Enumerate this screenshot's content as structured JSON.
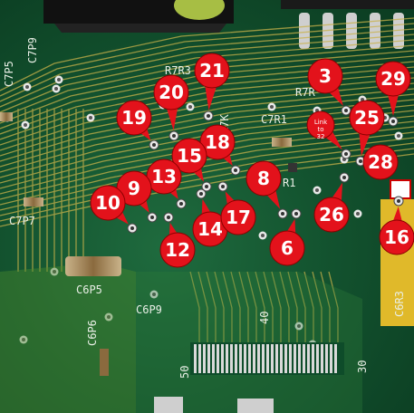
{
  "silkscreen": {
    "c7p9": "C7P9",
    "c7p5": "C7P5",
    "c7p7": "C7P7",
    "r7r3": "R7R3",
    "r7k": "R7K",
    "c7r1": "C7R1",
    "r7r": "R7R",
    "r1": "R1",
    "c6p5": "C6P5",
    "c6p9": "C6P9",
    "c6p6": "C6P6",
    "c6r3": "C6R3",
    "n40": "40",
    "n50": "50",
    "n30": "30"
  },
  "markers": [
    {
      "label": "21"
    },
    {
      "label": "20"
    },
    {
      "label": "19"
    },
    {
      "label": "18"
    },
    {
      "label": "15"
    },
    {
      "label": "13"
    },
    {
      "label": "9"
    },
    {
      "label": "10"
    },
    {
      "label": "12"
    },
    {
      "label": "14"
    },
    {
      "label": "17"
    },
    {
      "label": "8"
    },
    {
      "label": "6"
    },
    {
      "label": "3"
    },
    {
      "label": "Link to 32"
    },
    {
      "label": "25"
    },
    {
      "label": "29"
    },
    {
      "label": "28"
    },
    {
      "label": "26"
    },
    {
      "label": "16"
    }
  ],
  "colors": {
    "marker": "#e3121b",
    "board": "#13532f",
    "trace": "#c9b24a",
    "silk": "#e9efe6"
  }
}
